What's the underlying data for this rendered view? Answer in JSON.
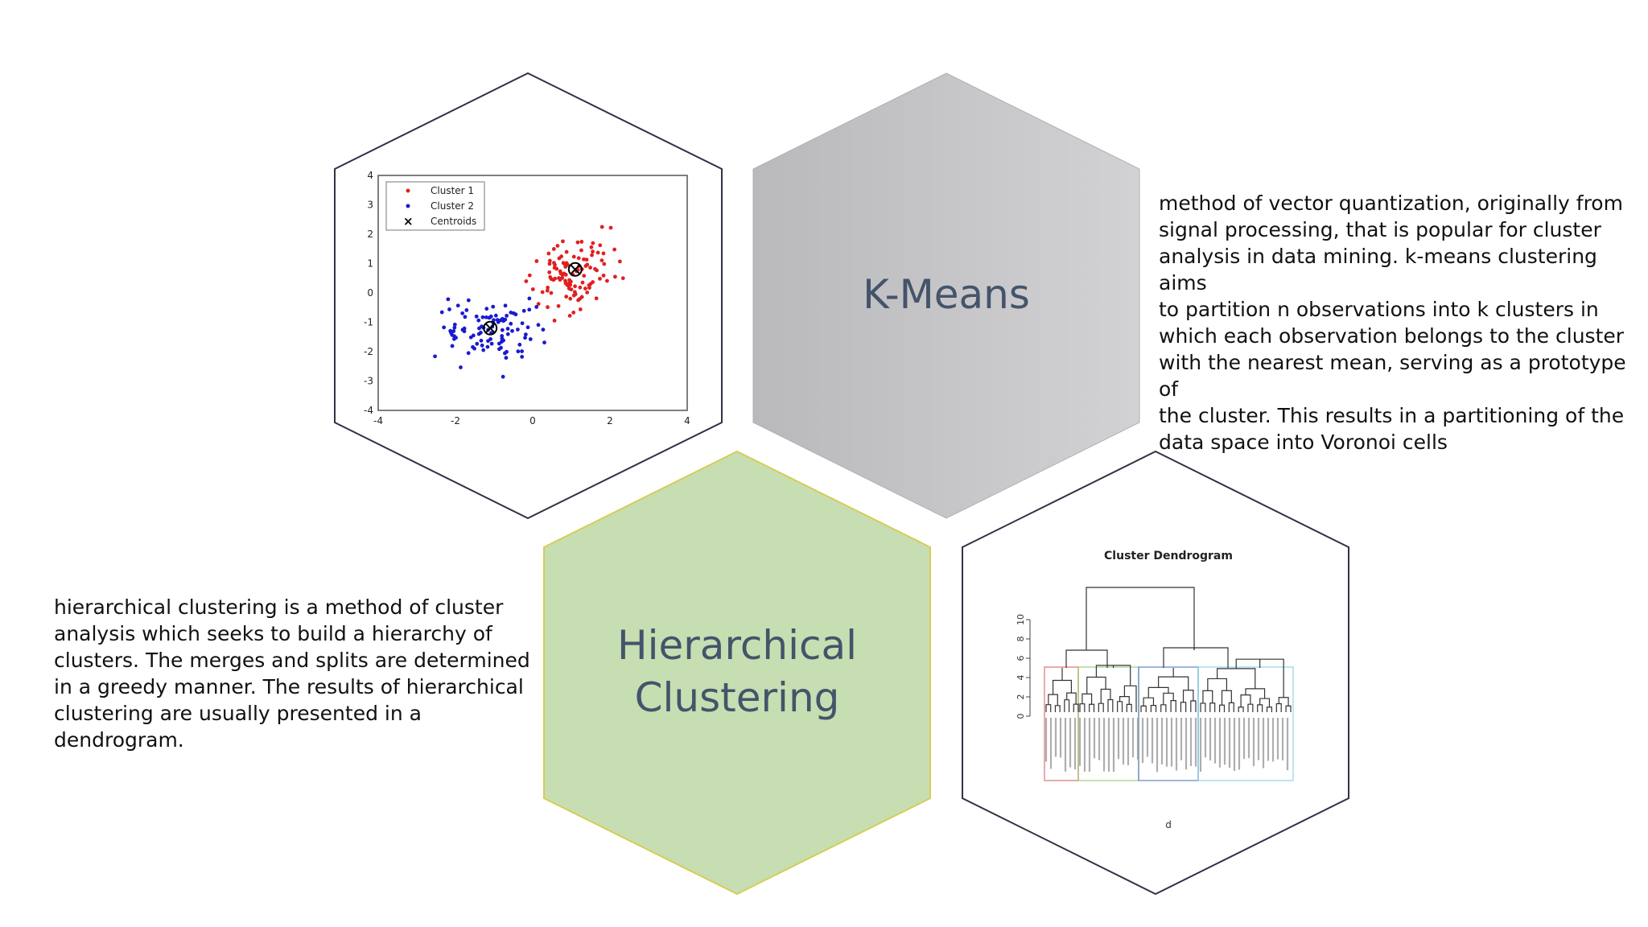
{
  "kmeans": {
    "title": "K-Means",
    "description": "method of vector quantization, originally from\nsignal processing, that is popular for cluster\nanalysis in data mining. k-means clustering aims\nto partition n observations into k clusters in\nwhich each observation belongs to the cluster\nwith the nearest mean, serving as a prototype of\nthe cluster. This results in a partitioning of the\ndata space into Voronoi cells"
  },
  "hierarchical": {
    "title_line1": "Hierarchical",
    "title_line2": "Clustering",
    "description": "hierarchical clustering is a method of cluster\nanalysis which seeks to build a hierarchy of\nclusters. The merges and splits are determined\nin a greedy manner. The results of hierarchical\nclustering are usually presented in a\ndendrogram."
  },
  "scatter_plot": {
    "legend": [
      "Cluster 1",
      "Cluster 2",
      "Centroids"
    ],
    "x_ticks": [
      "-4",
      "-2",
      "0",
      "2",
      "4"
    ],
    "y_ticks": [
      "4",
      "3",
      "2",
      "1",
      "0",
      "-1",
      "-2",
      "-3",
      "-4"
    ],
    "colors": {
      "cluster1": "#e02020",
      "cluster2": "#1a1ad0",
      "centroid": "#000000"
    }
  },
  "dendrogram": {
    "title": "Cluster Dendrogram",
    "y_ticks": [
      "0",
      "2",
      "4",
      "6",
      "8",
      "10"
    ],
    "x_label": "d"
  },
  "colors": {
    "kmeans_hex": "#c3c3c6",
    "hier_hex": "#c6deb2",
    "hier_hex_border": "#d8cc55",
    "outline": "#2f3346"
  }
}
